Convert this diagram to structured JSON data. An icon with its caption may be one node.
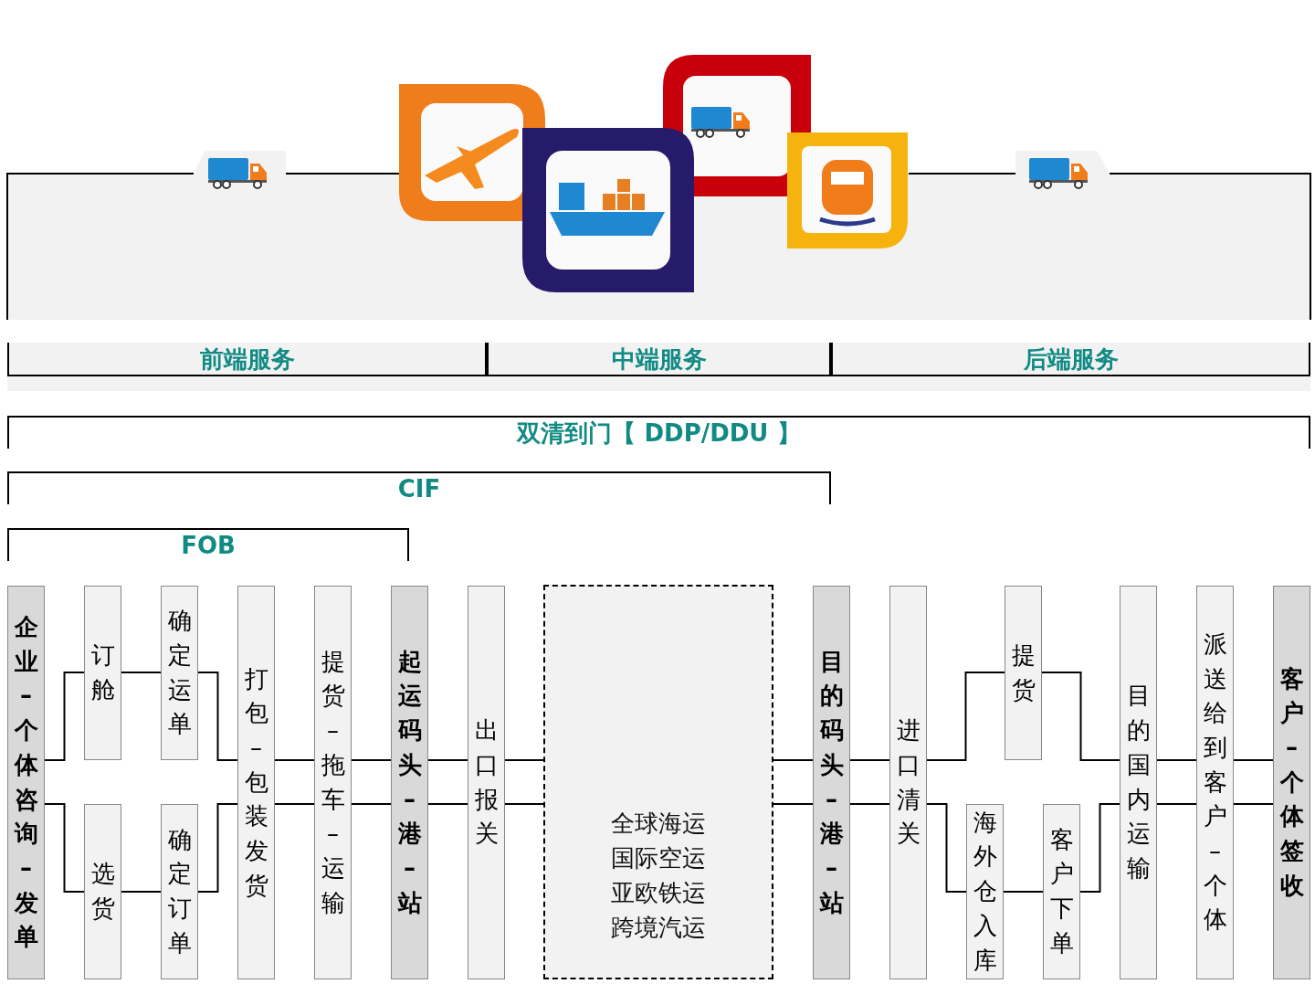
{
  "diagram": {
    "nodes": [
      {
        "text": [
          "前端服务"
        ]
      },
      {
        "text": [
          "中端服务"
        ]
      },
      {
        "text": [
          "后端服务"
        ]
      },
      {
        "text": [
          "双清到门【 DDP/DDU 】"
        ]
      },
      {
        "text": [
          "CIF"
        ]
      },
      {
        "text": [
          "FOB"
        ]
      },
      {
        "text": [
          "企业–个体咨询–发单"
        ]
      },
      {
        "text": [
          "订舱"
        ]
      },
      {
        "text": [
          "选货"
        ]
      },
      {
        "text": [
          "确定运单"
        ]
      },
      {
        "text": [
          "确定订单"
        ]
      },
      {
        "text": [
          "打包–包装发货"
        ]
      },
      {
        "text": [
          "提货–拖车–运输"
        ]
      },
      {
        "text": [
          "起运码头–港–站"
        ]
      },
      {
        "text": [
          "出口报关"
        ]
      },
      {
        "text": [
          "全球海运",
          "国际空运",
          "亚欧铁运",
          "跨境汽运"
        ]
      },
      {
        "text": [
          "目的码头–港–站"
        ]
      },
      {
        "text": [
          "进口清关"
        ]
      },
      {
        "text": [
          "提货"
        ]
      },
      {
        "text": [
          "海外仓入库"
        ]
      },
      {
        "text": [
          "客户下单"
        ]
      },
      {
        "text": [
          "目的国内运输"
        ]
      },
      {
        "text": [
          "派送给到客户–个体"
        ]
      },
      {
        "text": [
          "客户–个体签收"
        ]
      }
    ],
    "edges": [
      {
        "from": 6,
        "to": 7,
        "arrow": "none"
      },
      {
        "from": 7,
        "to": 9,
        "arrow": "none"
      },
      {
        "from": 9,
        "to": 11,
        "arrow": "none"
      },
      {
        "from": 6,
        "to": 8,
        "arrow": "none"
      },
      {
        "from": 8,
        "to": 10,
        "arrow": "none"
      },
      {
        "from": 10,
        "to": 11,
        "arrow": "none"
      },
      {
        "from": 11,
        "to": 12,
        "arrow": "none"
      },
      {
        "from": 11,
        "to": 12,
        "arrow": "none"
      },
      {
        "from": 12,
        "to": 13,
        "arrow": "none"
      },
      {
        "from": 12,
        "to": 13,
        "arrow": "none"
      },
      {
        "from": 13,
        "to": 14,
        "arrow": "none"
      },
      {
        "from": 13,
        "to": 14,
        "arrow": "none"
      },
      {
        "from": 14,
        "to": 15,
        "arrow": "none"
      },
      {
        "from": 14,
        "to": 15,
        "arrow": "none"
      },
      {
        "from": 15,
        "to": 16,
        "arrow": "none"
      },
      {
        "from": 15,
        "to": 16,
        "arrow": "none"
      },
      {
        "from": 16,
        "to": 17,
        "arrow": "none"
      },
      {
        "from": 16,
        "to": 17,
        "arrow": "none"
      },
      {
        "from": 17,
        "to": 18,
        "arrow": "none"
      },
      {
        "from": 18,
        "to": 21,
        "arrow": "none"
      },
      {
        "from": 17,
        "to": 19,
        "arrow": "none"
      },
      {
        "from": 19,
        "to": 20,
        "arrow": "none"
      },
      {
        "from": 20,
        "to": 21,
        "arrow": "none"
      },
      {
        "from": 21,
        "to": 22,
        "arrow": "none"
      },
      {
        "from": 21,
        "to": 22,
        "arrow": "none"
      },
      {
        "from": 22,
        "to": 23,
        "arrow": "none"
      },
      {
        "from": 22,
        "to": 23,
        "arrow": "none"
      }
    ]
  }
}
